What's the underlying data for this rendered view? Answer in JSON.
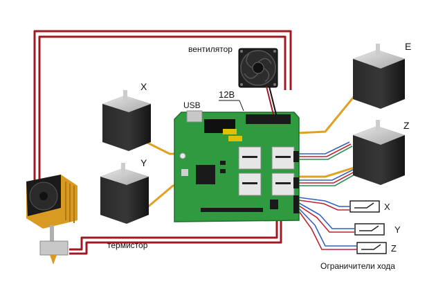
{
  "labels": {
    "motor_x": "X",
    "motor_y": "Y",
    "motor_e": "E",
    "motor_z": "Z",
    "fan": "вентилятор",
    "usb": "USB",
    "power": "12В",
    "thermistor": "термистор",
    "endstop_x": "X",
    "endstop_y": "Y",
    "endstop_z": "Z",
    "endstops_caption": "Ограничители хода"
  },
  "colors": {
    "board": "#2f9a3f",
    "power_wire": "#a01820",
    "motor_wire": "#e0a020",
    "signal_wire_blue": "#3060c0",
    "signal_wire_red": "#c02030"
  }
}
